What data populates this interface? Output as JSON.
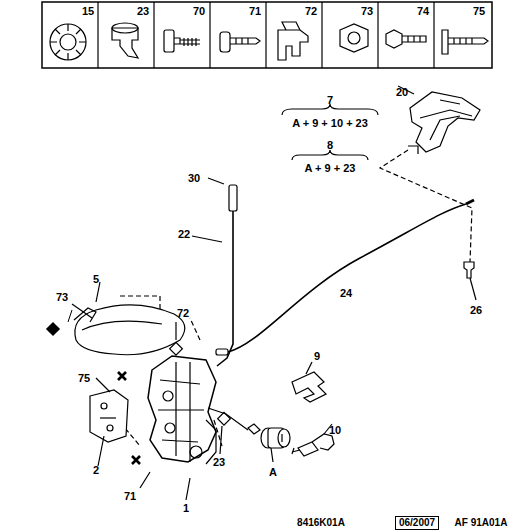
{
  "diagram": {
    "labels": [
      "15",
      "23",
      "70",
      "71",
      "72",
      "73",
      "74",
      "75",
      "7",
      "A + 9 + 10 + 23",
      "8",
      "A + 9 + 23",
      "20",
      "30",
      "22",
      "24",
      "26",
      "5",
      "73",
      "72",
      "9",
      "75",
      "10",
      "2",
      "23",
      "A",
      "71",
      "1",
      "8416K01A",
      "06/2007",
      "AF 91A01A"
    ]
  }
}
